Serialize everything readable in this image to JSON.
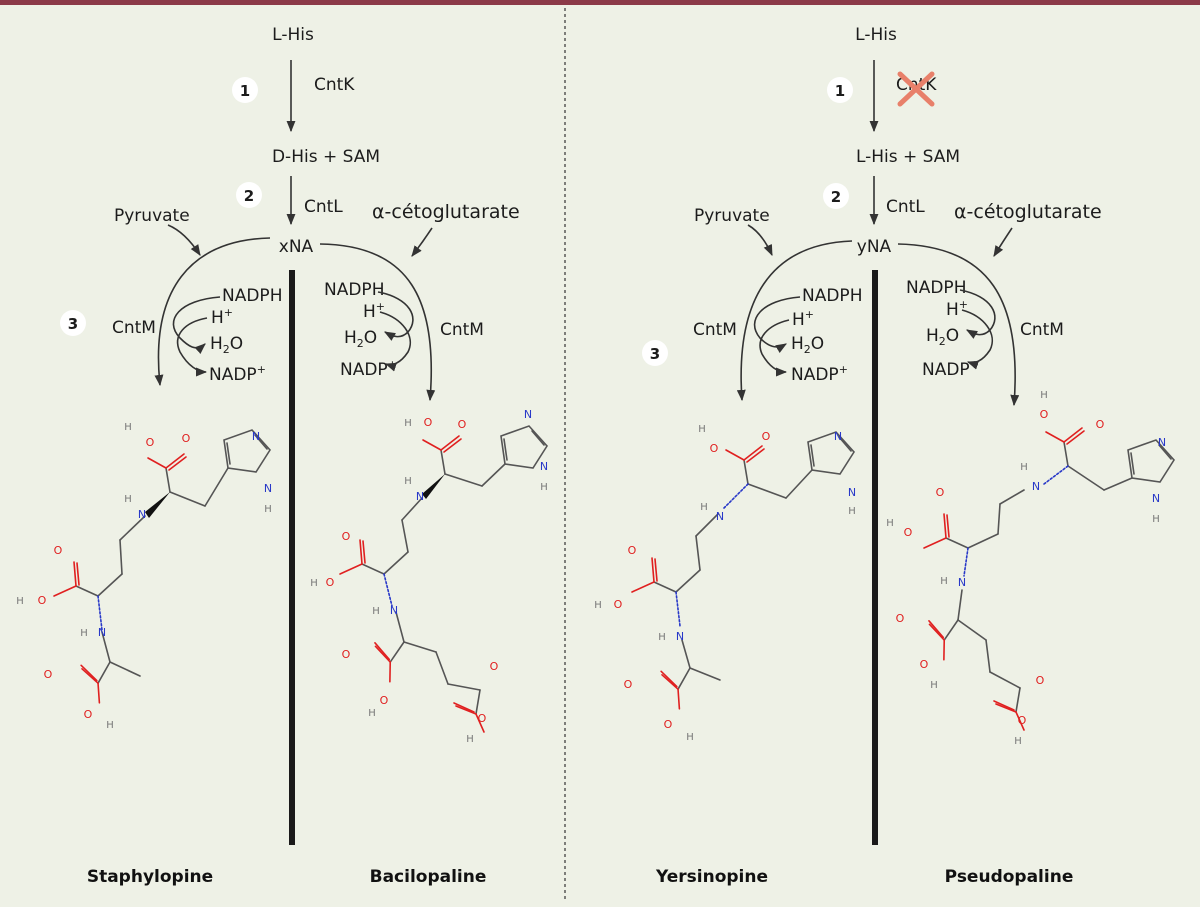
{
  "colors": {
    "background": "#eef1e6",
    "top_band": "#8b3a48",
    "cross": "#e8806a",
    "oxygen": "#e02020",
    "nitrogen": "#2838c8"
  },
  "pathways": [
    {
      "start": "L-His",
      "step1": "1",
      "enzyme1": "CntK",
      "intermediate": "D-His + SAM",
      "step2": "2",
      "enzyme2": "CntL",
      "product": "xNA"
    },
    {
      "start": "L-His",
      "step1": "1",
      "enzyme1": "CntK",
      "intermediate": "L-His + SAM",
      "step2": "2",
      "enzyme2": "CntL",
      "product": "yNA"
    }
  ],
  "labels": {
    "pyruvate": "Pyruvate",
    "akg": "α-cétoglutarate",
    "cntm": "CntM",
    "step3": "3",
    "nadph": "NADPH",
    "h_plus": "H",
    "plus": "+",
    "h2o_h": "H",
    "h2o_2": "2",
    "h2o_o": "O",
    "nadp": "NADP"
  },
  "atoms": {
    "O": "O",
    "N": "N",
    "H": "H"
  },
  "products": [
    "Staphylopine",
    "Bacilopaline",
    "Yersinopine",
    "Pseudopaline"
  ]
}
